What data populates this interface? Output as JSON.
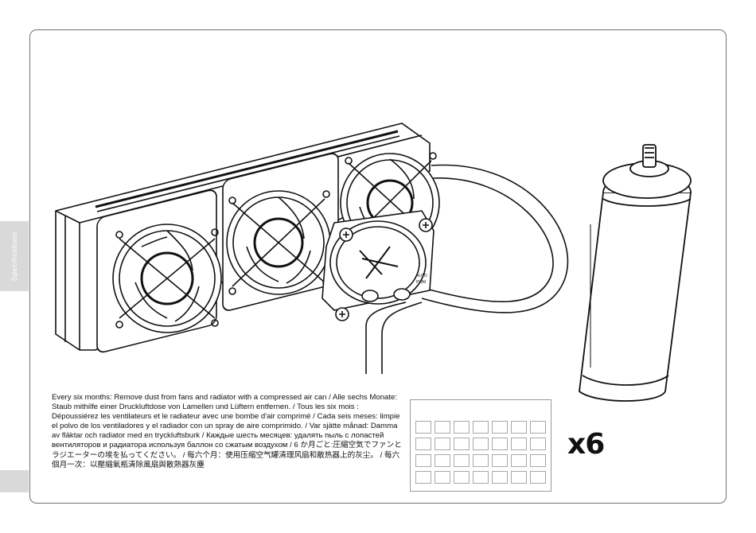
{
  "side_tab": {
    "label": "Specifications"
  },
  "illustration": {
    "pump_labels": {
      "auto": "AUTO",
      "pwm": "PWM"
    },
    "icons": [
      "radiator-with-fans-illustration",
      "pump-block-illustration",
      "compressed-air-can-illustration"
    ]
  },
  "instruction_text": "Every six months: Remove dust from fans and radiator with a compressed air can / Alle sechs Monate: Staub mithilfe einer Druckluftdose von Lamellen und Lüftern entfernen. / Tous les six mois : Dépoussiérez les ventilateurs et le radiateur avec une bombe d'air comprimé / Cada seis meses: limpie el polvo de los ventiladores y el radiador con un spray de aire comprimido. / Var sjätte månad: Damma av fläktar och radiator med en tryckluftsburk / Каждые шесть месяцев: удалять пыль с лопастей вентиляторов и радиатора используя баллон со сжатым воздухом / 6 か月ごと:圧縮空気でファンとラジエーターの埃を払ってください。 / 每六个月：使用压缩空气罐清理风扇和散热器上的灰尘。 / 每六個月一次：以壓縮氣瓶清除風扇與散熱器灰塵",
  "schedule": {
    "rows": 4,
    "columns": 7,
    "count_label": "x6"
  }
}
